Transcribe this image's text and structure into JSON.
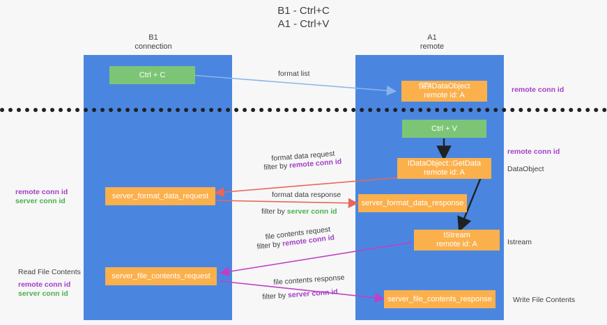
{
  "title": "B1 - Ctrl+C\nA1 - Ctrl+V",
  "columns": [
    {
      "name": "column-b1",
      "label": "B1\nconnection"
    },
    {
      "name": "column-a1",
      "label": "A1\nremote"
    }
  ],
  "colors": {
    "lane": "#4a86e0",
    "green_node": "#7cc576",
    "orange_node": "#fbb04c",
    "remote_conn_id": "#a23fc6",
    "server_conn_id": "#4caf50",
    "arrow_format_list": "#8ab4e8",
    "arrow_black": "#202124",
    "arrow_red": "#e8675a",
    "arrow_magenta": "#c13fc6",
    "divider": "#202124"
  },
  "nodes": [
    {
      "name": "node-ctrl-c",
      "label": "Ctrl + C",
      "kind": "green"
    },
    {
      "name": "node-idataobject-remote",
      "label": "IDataObject\nremote id: A",
      "overlap_prefix": "保存",
      "kind": "orange"
    },
    {
      "name": "node-ctrl-v",
      "label": "Ctrl + V",
      "kind": "green"
    },
    {
      "name": "node-idataobject-getdata",
      "label": "IDataObject::GetData\nremote id: A",
      "kind": "orange"
    },
    {
      "name": "node-server-format-data-request",
      "label": "server_format_data_request",
      "kind": "orange"
    },
    {
      "name": "node-server-format-data-response",
      "label": "server_format_data_response",
      "kind": "orange"
    },
    {
      "name": "node-istream-remote",
      "label": "IStream\nremote id: A",
      "kind": "orange"
    },
    {
      "name": "node-server-file-contents-request",
      "label": "server_file_contents_request",
      "kind": "orange"
    },
    {
      "name": "node-server-file-contents-response",
      "label": "server_file_contents_response",
      "kind": "orange"
    }
  ],
  "edge_labels": {
    "format_list": "format list",
    "format_data_request": "format data request",
    "format_data_request_filter_prefix": "filter by ",
    "format_data_request_filter_key": "remote conn id",
    "format_data_response": "format data response",
    "format_data_response_filter_prefix": "filter by ",
    "format_data_response_filter_key": "server conn id",
    "file_contents_request": "file contents request",
    "file_contents_request_filter_prefix": "filter by ",
    "file_contents_request_filter_key": "remote conn id",
    "file_contents_response": "file contents response",
    "file_contents_response_filter_prefix": "filter by ",
    "file_contents_response_filter_key": "server conn id"
  },
  "side_labels": {
    "right_remote_conn_id_top": "remote conn id",
    "right_remote_conn_id_mid": "remote conn id",
    "right_dataobject": "DataObject",
    "right_istream": "Istream",
    "right_write_file_contents": "Write File Contents",
    "left_remote_conn_id_mid": "remote conn id",
    "left_server_conn_id_mid": "server conn id",
    "left_read_file_contents": "Read File Contents",
    "left_remote_conn_id_bottom": "remote conn id",
    "left_server_conn_id_bottom": "server conn id"
  }
}
